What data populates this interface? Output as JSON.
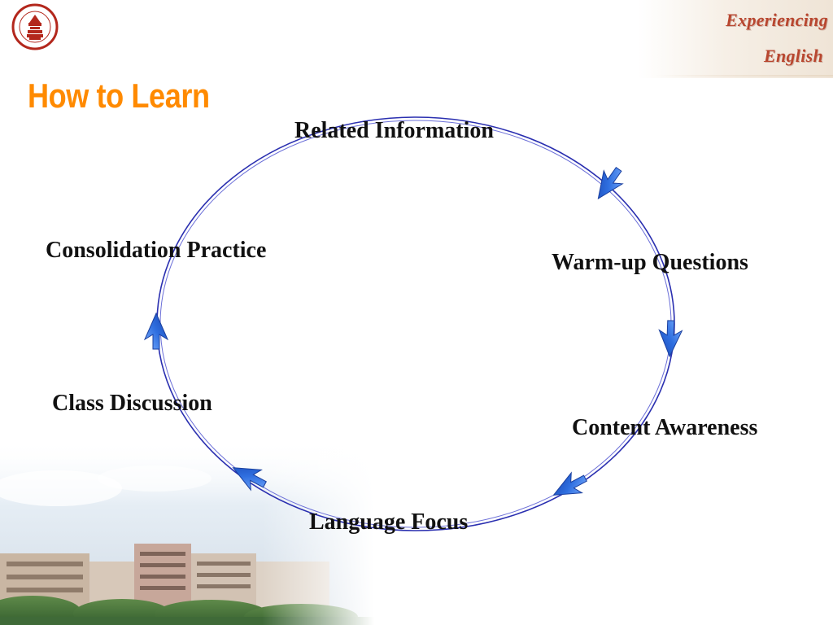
{
  "title": "How to Learn",
  "brand": {
    "line1": "Experiencing",
    "line2": "English"
  },
  "colors": {
    "title": "#ff8a00",
    "brand": "#b8462f",
    "cycle_line": "#2a2fb0",
    "arrow": "#2f6fe0",
    "label": "#111111"
  },
  "cycle": {
    "steps": [
      {
        "label": "Related Information"
      },
      {
        "label": "Warm-up Questions"
      },
      {
        "label": "Content Awareness"
      },
      {
        "label": "Language Focus"
      },
      {
        "label": "Class Discussion"
      },
      {
        "label": "Consolidation Practice"
      }
    ],
    "direction": "clockwise",
    "arrow_icon": "arrow-icon"
  },
  "icons": {
    "seal": "university-seal-icon",
    "backdrop": "campus-buildings"
  }
}
